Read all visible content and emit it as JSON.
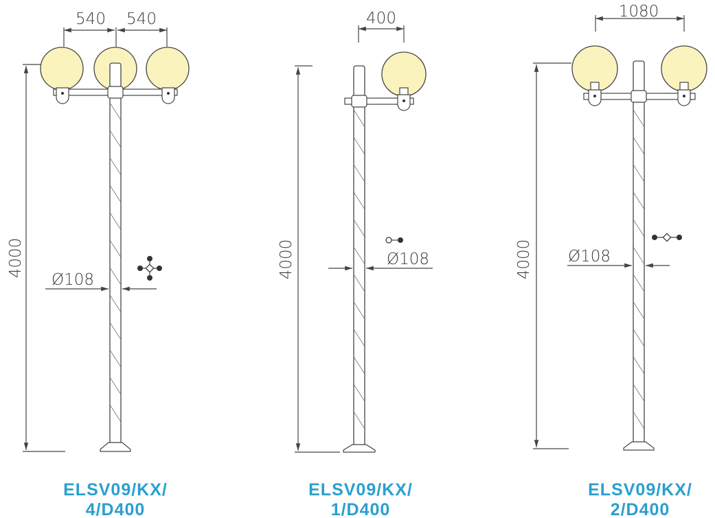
{
  "colors": {
    "globe": "#fbf3be",
    "label": "#2a9fd0",
    "line": "#444444"
  },
  "lamps": [
    {
      "name": "ELSV09/KX/4/D400",
      "label_line1": "ELSV09/KX/",
      "label_line2": "4/D400",
      "height": "4000",
      "diameter": "Ø108",
      "spans": [
        "540",
        "540"
      ],
      "heads": 3,
      "symbol": "cross-four-way"
    },
    {
      "name": "ELSV09/KX/1/D400",
      "label_line1": "ELSV09/KX/",
      "label_line2": "1/D400",
      "height": "4000",
      "diameter": "Ø108",
      "spans": [
        "400"
      ],
      "heads": 1,
      "symbol": "one-way"
    },
    {
      "name": "ELSV09/KX/2/D400",
      "label_line1": "ELSV09/KX/",
      "label_line2": "2/D400",
      "height": "4000",
      "diameter": "Ø108",
      "spans": [
        "1080"
      ],
      "heads": 2,
      "symbol": "two-way"
    }
  ]
}
